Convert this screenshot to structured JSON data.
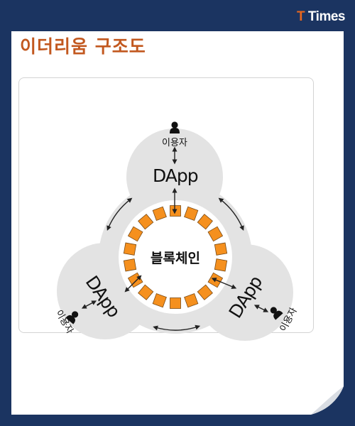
{
  "brand": {
    "accent": "T",
    "name": " Times"
  },
  "title": "이더리움 구조도",
  "diagram": {
    "center_label": "블록체인",
    "dapp_nodes": [
      {
        "label": "DApp",
        "user_label": "이용자"
      },
      {
        "label": "DApp",
        "user_label": "이용자"
      },
      {
        "label": "DApp",
        "user_label": "이용자"
      }
    ],
    "block_count": 18
  },
  "colors": {
    "background": "#1b3461",
    "title": "#c2581f",
    "brand_accent": "#e9671e",
    "circle_fill": "#e3e3e3",
    "block_fill": "#f5901e",
    "block_border": "#7a4a14"
  }
}
